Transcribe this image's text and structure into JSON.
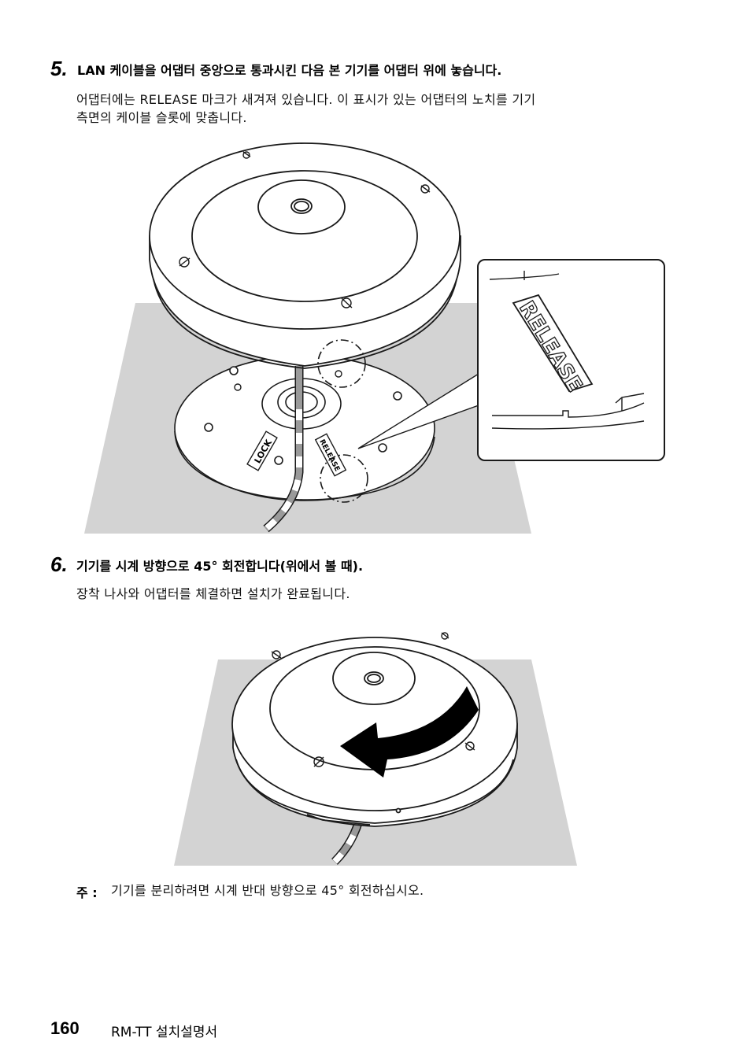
{
  "step5": {
    "number": "5.",
    "title": "LAN 케이블을 어댑터 중앙으로 통과시킨 다음 본 기기를 어댑터 위에 놓습니다.",
    "desc_line1": "어댑터에는 RELEASE 마크가 새겨져 있습니다. 이 표시가 있는 어댑터의 노치를 기기",
    "desc_line2": "측면의 케이블 슬롯에 맞춥니다.",
    "illustration": {
      "zoom_label": "RELEASE",
      "adapter_release_label": "RELEASE",
      "adapter_lock_label": "LOCK"
    }
  },
  "step6": {
    "number": "6.",
    "title": "기기를 시계 방향으로 45°  회전합니다(위에서 볼 때).",
    "desc": "장착 나사와 어댑터를 체결하면 설치가 완료됩니다."
  },
  "note": {
    "label": "주 :",
    "text": "기기를 분리하려면 시계 반대 방향으로 45°  회전하십시오."
  },
  "footer": {
    "page_number": "160",
    "doc_title": "RM-TT 설치설명서"
  },
  "colors": {
    "floor_gray": "#d3d3d3",
    "line": "#1a1a1a",
    "arrow": "#000000"
  }
}
